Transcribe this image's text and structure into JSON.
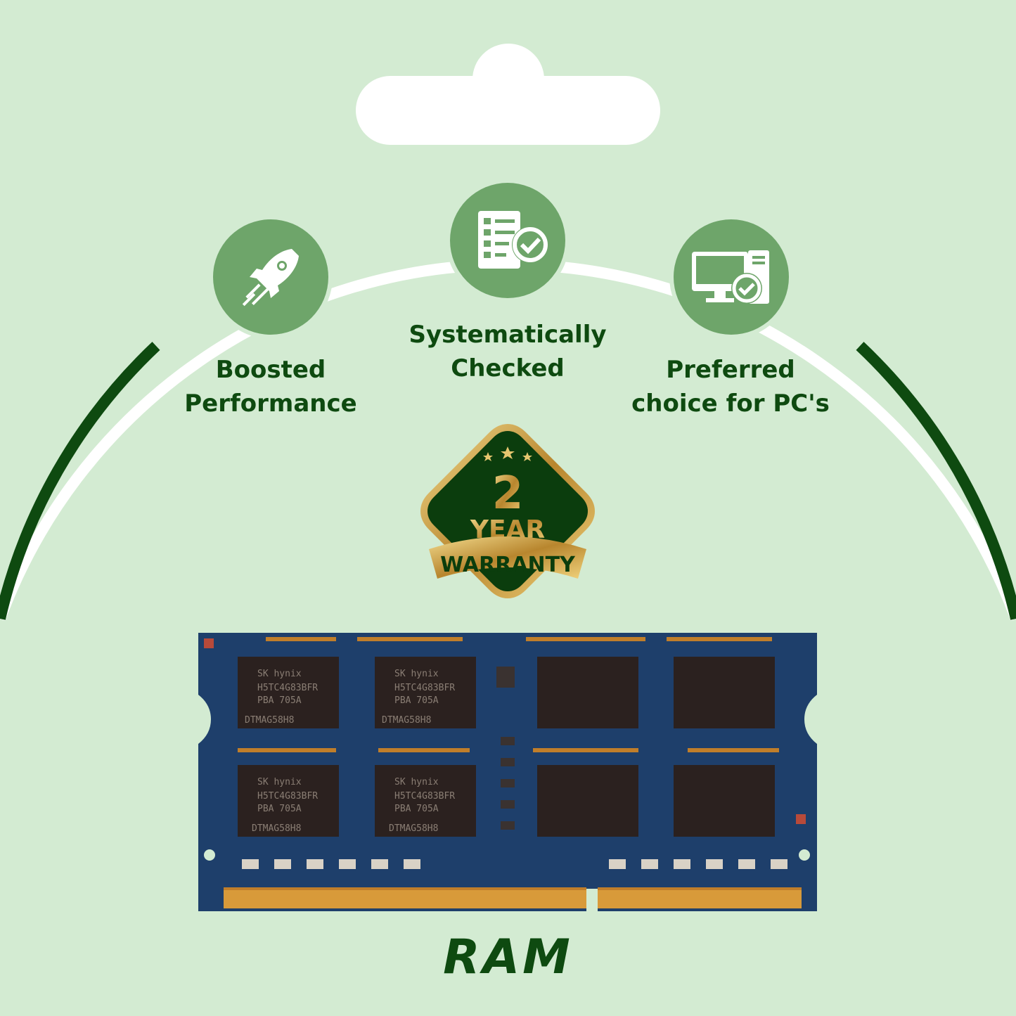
{
  "colors": {
    "background": "#d3ebd2",
    "accent_dark_green": "#0e4a10",
    "icon_green": "#6ea56a",
    "pcb_blue": "#1e3f6b",
    "gold": "#c9a24a"
  },
  "features": [
    {
      "icon": "rocket-icon",
      "line1": "Boosted",
      "line2": "Performance"
    },
    {
      "icon": "checklist-icon",
      "line1": "Systematically",
      "line2": "Checked"
    },
    {
      "icon": "computer-check-icon",
      "line1": "Preferred",
      "line2": "choice for PC's"
    }
  ],
  "warranty_badge": {
    "number": "2",
    "unit": "YEAR",
    "ribbon": "WARRANTY"
  },
  "ram_module": {
    "chip_brand": "SK hynix",
    "chip_part": "H5TC4G83BFR",
    "chip_code": "PBA 705A",
    "chip_lot": "DTMAG58H8"
  },
  "brand": "RAM"
}
